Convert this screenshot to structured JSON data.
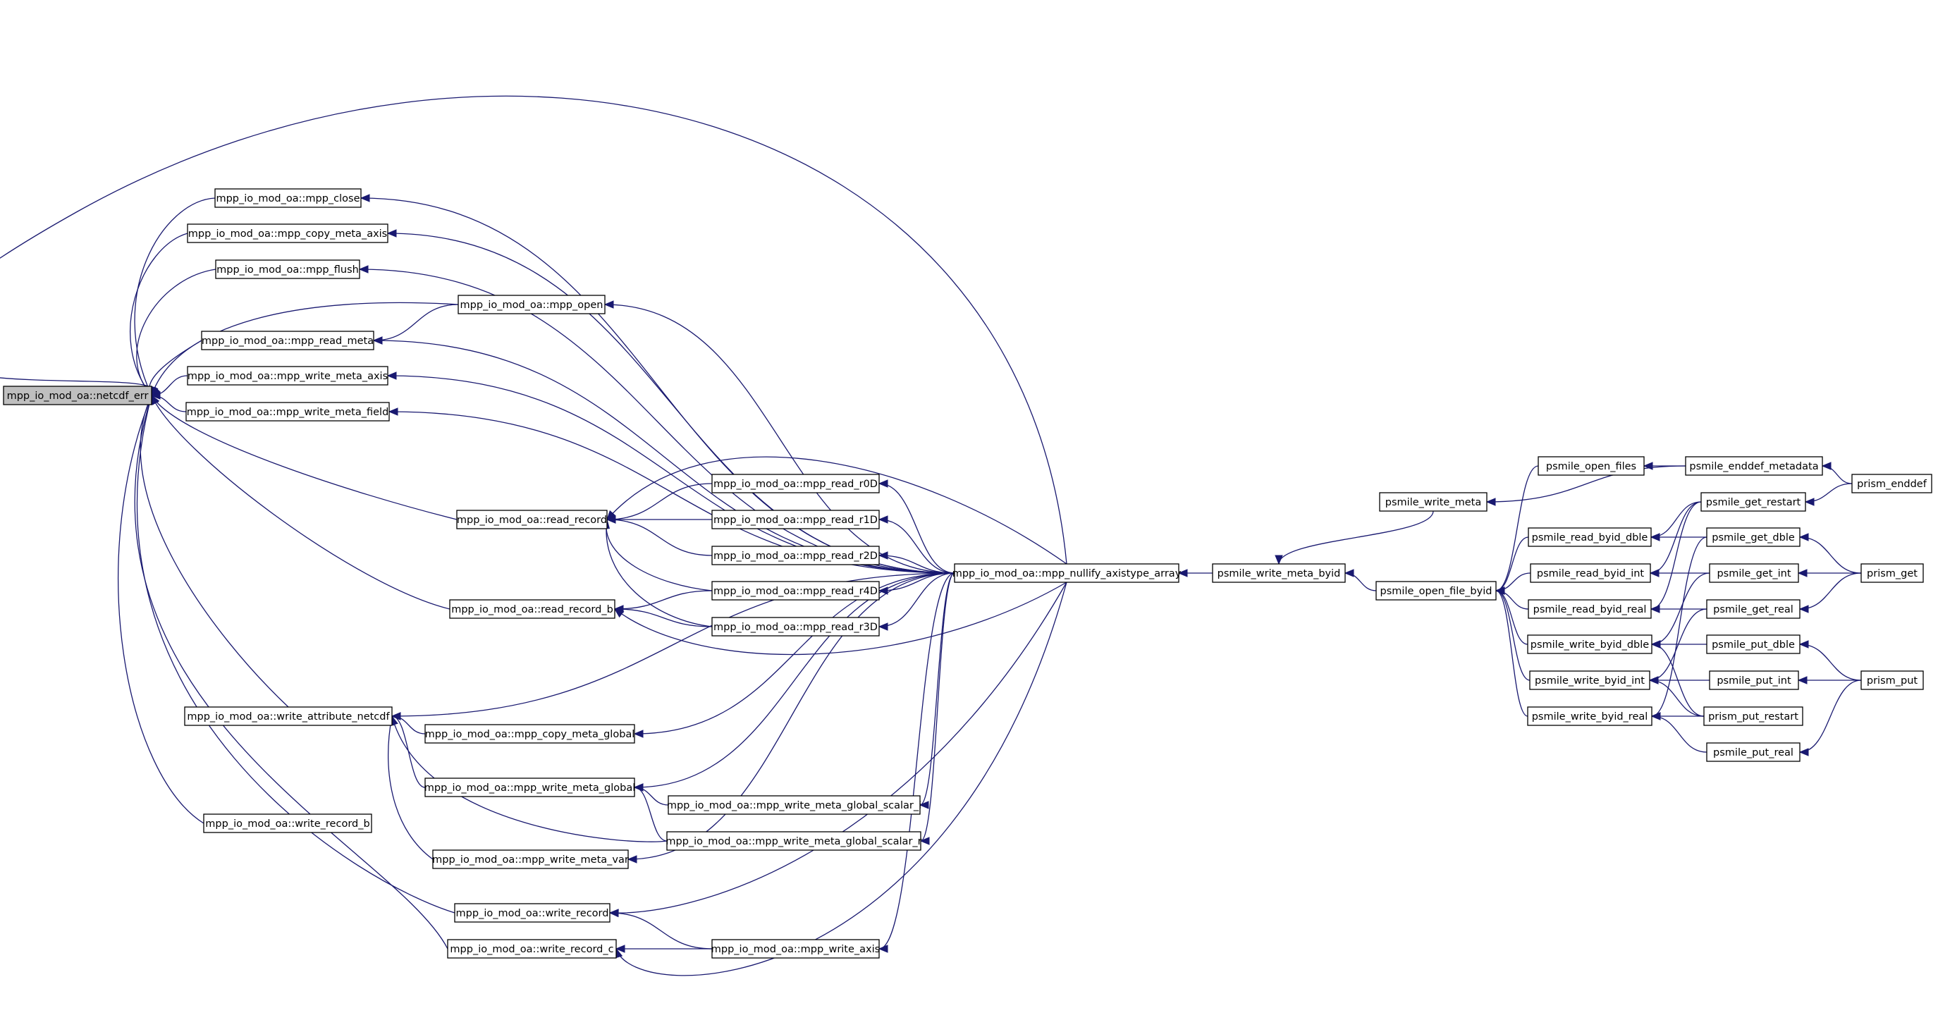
{
  "graph": {
    "nodes": [
      {
        "id": "netcdf_err",
        "label": "mpp_io_mod_oa::netcdf_err",
        "focus": true
      },
      {
        "id": "mpp_close",
        "label": "mpp_io_mod_oa::mpp_close"
      },
      {
        "id": "mpp_copy_meta_axis",
        "label": "mpp_io_mod_oa::mpp_copy_meta_axis"
      },
      {
        "id": "mpp_flush",
        "label": "mpp_io_mod_oa::mpp_flush"
      },
      {
        "id": "mpp_open",
        "label": "mpp_io_mod_oa::mpp_open"
      },
      {
        "id": "mpp_read_meta",
        "label": "mpp_io_mod_oa::mpp_read_meta"
      },
      {
        "id": "mpp_write_meta_axis",
        "label": "mpp_io_mod_oa::mpp_write_meta_axis"
      },
      {
        "id": "mpp_write_meta_field",
        "label": "mpp_io_mod_oa::mpp_write_meta_field"
      },
      {
        "id": "read_record",
        "label": "mpp_io_mod_oa::read_record"
      },
      {
        "id": "read_record_b",
        "label": "mpp_io_mod_oa::read_record_b"
      },
      {
        "id": "mpp_read_r0D",
        "label": "mpp_io_mod_oa::mpp_read_r0D"
      },
      {
        "id": "mpp_read_r1D",
        "label": "mpp_io_mod_oa::mpp_read_r1D"
      },
      {
        "id": "mpp_read_r2D",
        "label": "mpp_io_mod_oa::mpp_read_r2D"
      },
      {
        "id": "mpp_read_r4D",
        "label": "mpp_io_mod_oa::mpp_read_r4D"
      },
      {
        "id": "mpp_read_r3D",
        "label": "mpp_io_mod_oa::mpp_read_r3D"
      },
      {
        "id": "write_attribute_netcdf",
        "label": "mpp_io_mod_oa::write_attribute_netcdf"
      },
      {
        "id": "mpp_copy_meta_global",
        "label": "mpp_io_mod_oa::mpp_copy_meta_global"
      },
      {
        "id": "mpp_write_meta_global",
        "label": "mpp_io_mod_oa::mpp_write_meta_global"
      },
      {
        "id": "mpp_write_meta_global_scalar_i",
        "label": "mpp_io_mod_oa::mpp_write_meta_global_scalar_i"
      },
      {
        "id": "mpp_write_meta_global_scalar_r",
        "label": "mpp_io_mod_oa::mpp_write_meta_global_scalar_r"
      },
      {
        "id": "write_record_b",
        "label": "mpp_io_mod_oa::write_record_b"
      },
      {
        "id": "mpp_write_meta_var",
        "label": "mpp_io_mod_oa::mpp_write_meta_var"
      },
      {
        "id": "write_record",
        "label": "mpp_io_mod_oa::write_record"
      },
      {
        "id": "write_record_c",
        "label": "mpp_io_mod_oa::write_record_c"
      },
      {
        "id": "mpp_write_axis",
        "label": "mpp_io_mod_oa::mpp_write_axis"
      },
      {
        "id": "mpp_nullify_axistype_array",
        "label": "mpp_io_mod_oa::mpp_nullify_axistype_array"
      },
      {
        "id": "psmile_write_meta_byid",
        "label": "psmile_write_meta_byid"
      },
      {
        "id": "psmile_write_meta",
        "label": "psmile_write_meta"
      },
      {
        "id": "psmile_open_file_byid",
        "label": "psmile_open_file_byid"
      },
      {
        "id": "psmile_open_files",
        "label": "psmile_open_files"
      },
      {
        "id": "psmile_read_byid_dble",
        "label": "psmile_read_byid_dble"
      },
      {
        "id": "psmile_read_byid_int",
        "label": "psmile_read_byid_int"
      },
      {
        "id": "psmile_read_byid_real",
        "label": "psmile_read_byid_real"
      },
      {
        "id": "psmile_write_byid_dble",
        "label": "psmile_write_byid_dble"
      },
      {
        "id": "psmile_write_byid_int",
        "label": "psmile_write_byid_int"
      },
      {
        "id": "psmile_write_byid_real",
        "label": "psmile_write_byid_real"
      },
      {
        "id": "psmile_enddef_metadata",
        "label": "psmile_enddef_metadata"
      },
      {
        "id": "psmile_get_restart",
        "label": "psmile_get_restart"
      },
      {
        "id": "psmile_get_dble",
        "label": "psmile_get_dble"
      },
      {
        "id": "psmile_get_int",
        "label": "psmile_get_int"
      },
      {
        "id": "psmile_get_real",
        "label": "psmile_get_real"
      },
      {
        "id": "psmile_put_dble",
        "label": "psmile_put_dble"
      },
      {
        "id": "psmile_put_int",
        "label": "psmile_put_int"
      },
      {
        "id": "prism_put_restart",
        "label": "prism_put_restart"
      },
      {
        "id": "psmile_put_real",
        "label": "psmile_put_real"
      },
      {
        "id": "prism_enddef",
        "label": "prism_enddef"
      },
      {
        "id": "prism_get",
        "label": "prism_get"
      },
      {
        "id": "prism_put",
        "label": "prism_put"
      }
    ],
    "edges": [
      [
        "mpp_close",
        "netcdf_err"
      ],
      [
        "mpp_copy_meta_axis",
        "netcdf_err"
      ],
      [
        "mpp_flush",
        "netcdf_err"
      ],
      [
        "mpp_open",
        "netcdf_err"
      ],
      [
        "mpp_read_meta",
        "netcdf_err"
      ],
      [
        "mpp_write_meta_axis",
        "netcdf_err"
      ],
      [
        "mpp_write_meta_field",
        "netcdf_err"
      ],
      [
        "read_record",
        "netcdf_err"
      ],
      [
        "read_record_b",
        "netcdf_err"
      ],
      [
        "write_attribute_netcdf",
        "netcdf_err"
      ],
      [
        "write_record_b",
        "netcdf_err"
      ],
      [
        "write_record",
        "netcdf_err"
      ],
      [
        "write_record_c",
        "netcdf_err"
      ],
      [
        "mpp_nullify_axistype_array",
        "netcdf_err"
      ],
      [
        "mpp_open",
        "mpp_read_meta"
      ],
      [
        "mpp_read_r0D",
        "read_record"
      ],
      [
        "mpp_read_r1D",
        "read_record"
      ],
      [
        "mpp_read_r2D",
        "read_record"
      ],
      [
        "mpp_read_r4D",
        "read_record"
      ],
      [
        "mpp_read_r3D",
        "read_record"
      ],
      [
        "mpp_read_r4D",
        "read_record_b"
      ],
      [
        "mpp_read_r3D",
        "read_record_b"
      ],
      [
        "mpp_copy_meta_global",
        "write_attribute_netcdf"
      ],
      [
        "mpp_write_meta_global",
        "write_attribute_netcdf"
      ],
      [
        "mpp_write_meta_global_scalar_r",
        "write_attribute_netcdf"
      ],
      [
        "mpp_write_meta_var",
        "write_attribute_netcdf"
      ],
      [
        "mpp_write_meta_global_scalar_i",
        "mpp_write_meta_global"
      ],
      [
        "mpp_write_meta_global_scalar_r",
        "mpp_write_meta_global"
      ],
      [
        "mpp_write_axis",
        "write_record"
      ],
      [
        "mpp_write_axis",
        "write_record_c"
      ],
      [
        "mpp_nullify_axistype_array",
        "mpp_close"
      ],
      [
        "mpp_nullify_axistype_array",
        "mpp_copy_meta_axis"
      ],
      [
        "mpp_nullify_axistype_array",
        "mpp_flush"
      ],
      [
        "mpp_nullify_axistype_array",
        "mpp_open"
      ],
      [
        "mpp_nullify_axistype_array",
        "mpp_read_meta"
      ],
      [
        "mpp_nullify_axistype_array",
        "mpp_write_meta_axis"
      ],
      [
        "mpp_nullify_axistype_array",
        "mpp_write_meta_field"
      ],
      [
        "mpp_nullify_axistype_array",
        "read_record"
      ],
      [
        "mpp_nullify_axistype_array",
        "read_record_b"
      ],
      [
        "mpp_nullify_axistype_array",
        "mpp_read_r0D"
      ],
      [
        "mpp_nullify_axistype_array",
        "mpp_read_r1D"
      ],
      [
        "mpp_nullify_axistype_array",
        "mpp_read_r2D"
      ],
      [
        "mpp_nullify_axistype_array",
        "mpp_read_r4D"
      ],
      [
        "mpp_nullify_axistype_array",
        "mpp_read_r3D"
      ],
      [
        "mpp_nullify_axistype_array",
        "write_attribute_netcdf"
      ],
      [
        "mpp_nullify_axistype_array",
        "mpp_copy_meta_global"
      ],
      [
        "mpp_nullify_axistype_array",
        "mpp_write_meta_global"
      ],
      [
        "mpp_nullify_axistype_array",
        "mpp_write_meta_global_scalar_i"
      ],
      [
        "mpp_nullify_axistype_array",
        "mpp_write_meta_global_scalar_r"
      ],
      [
        "mpp_nullify_axistype_array",
        "mpp_write_meta_var"
      ],
      [
        "mpp_nullify_axistype_array",
        "write_record"
      ],
      [
        "mpp_nullify_axistype_array",
        "mpp_write_axis"
      ],
      [
        "mpp_nullify_axistype_array",
        "write_record_c"
      ],
      [
        "psmile_write_meta_byid",
        "mpp_nullify_axistype_array"
      ],
      [
        "psmile_write_meta",
        "psmile_write_meta_byid"
      ],
      [
        "psmile_open_file_byid",
        "psmile_write_meta_byid"
      ],
      [
        "psmile_open_files",
        "psmile_open_file_byid"
      ],
      [
        "psmile_read_byid_dble",
        "psmile_open_file_byid"
      ],
      [
        "psmile_read_byid_int",
        "psmile_open_file_byid"
      ],
      [
        "psmile_read_byid_real",
        "psmile_open_file_byid"
      ],
      [
        "psmile_write_byid_dble",
        "psmile_open_file_byid"
      ],
      [
        "psmile_write_byid_int",
        "psmile_open_file_byid"
      ],
      [
        "psmile_write_byid_real",
        "psmile_open_file_byid"
      ],
      [
        "psmile_enddef_metadata",
        "psmile_write_meta"
      ],
      [
        "psmile_enddef_metadata",
        "psmile_open_files"
      ],
      [
        "psmile_get_restart",
        "psmile_read_byid_dble"
      ],
      [
        "psmile_get_dble",
        "psmile_read_byid_dble"
      ],
      [
        "psmile_get_restart",
        "psmile_read_byid_int"
      ],
      [
        "psmile_get_int",
        "psmile_read_byid_int"
      ],
      [
        "psmile_get_restart",
        "psmile_read_byid_real"
      ],
      [
        "psmile_get_real",
        "psmile_read_byid_real"
      ],
      [
        "psmile_get_int",
        "psmile_write_byid_dble"
      ],
      [
        "psmile_put_dble",
        "psmile_write_byid_dble"
      ],
      [
        "prism_put_restart",
        "psmile_write_byid_dble"
      ],
      [
        "psmile_get_real",
        "psmile_write_byid_int"
      ],
      [
        "psmile_put_int",
        "psmile_write_byid_int"
      ],
      [
        "prism_put_restart",
        "psmile_write_byid_int"
      ],
      [
        "psmile_get_dble",
        "psmile_write_byid_real"
      ],
      [
        "prism_put_restart",
        "psmile_write_byid_real"
      ],
      [
        "psmile_put_real",
        "psmile_write_byid_real"
      ],
      [
        "prism_enddef",
        "psmile_enddef_metadata"
      ],
      [
        "prism_enddef",
        "psmile_get_restart"
      ],
      [
        "prism_get",
        "psmile_get_dble"
      ],
      [
        "prism_get",
        "psmile_get_int"
      ],
      [
        "prism_get",
        "psmile_get_real"
      ],
      [
        "prism_put",
        "psmile_put_dble"
      ],
      [
        "prism_put",
        "psmile_put_int"
      ],
      [
        "prism_put",
        "psmile_put_real"
      ]
    ]
  }
}
